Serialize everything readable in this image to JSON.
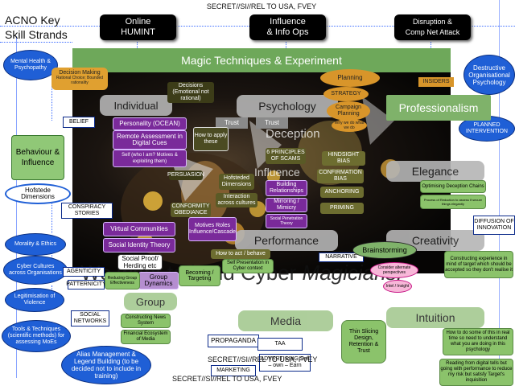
{
  "classification_top": "SECRET//SI//REL TO USA, FVEY",
  "classification_bottom": "SECRET//SI//REL TO USA, FVEY",
  "classification_bottom2": "SECRET//SI//REL TO USA, FVEY",
  "title": "ACNO Key Skill Strands",
  "strands": [
    "Online HUMINT",
    "Influence & Info Ops",
    "Disruption & Comp Net Attack"
  ],
  "banner": "Magic Techniques & Experiment",
  "tagline_prefix": "We want to build Cyber ",
  "tagline_italic": "Magicians.",
  "left_clouds": [
    "Mental Health & Psychopathy",
    "Morality & Ethics",
    "Cyber Cultures across Organisations",
    "Legitimisation of Violence",
    "Tools & Techniques (scientific methods) for assessing MoEs",
    "Alias Management & Legend Building (to be decided not to include in training)"
  ],
  "right_clouds": [
    "Destructive Organisational Psychology",
    "PLANNED INTERVENTION"
  ],
  "decision_making": {
    "title": "Decision Making",
    "sub": "Rational Choice; Bounded rationality"
  },
  "behaviour_box": "Behaviour & Influence",
  "hofstede": "Hofstede Dimensions",
  "sections": {
    "individual": "Individual",
    "psychology": "Psychology",
    "professionalism": "Professionalism",
    "elegance": "Elegance",
    "creativity": "Creativity",
    "performance": "Performance",
    "deception": "Deception",
    "influence": "Influence",
    "media": "Media",
    "intuition": "Intuition",
    "group": "Group"
  },
  "small_labels": {
    "belief": "BELIEF",
    "trust": "Trust",
    "trust2": "Trust",
    "conspiracy": "CONSPIRACY STORIES",
    "agenticity": "AGENTICITY",
    "patternicity": "PATTERNICITY",
    "social_networks": "SOCIAL NETWORKS",
    "narrative": "NARRATIVE",
    "diffusion": "DIFFUSION OF INNOVATION",
    "insiders": "INSIDERS",
    "propaganda": "PROPAGANDA",
    "taa": "TAA",
    "marketing": "MARKETING",
    "advertising": "ADVERTISING Sell – own – Earn"
  },
  "purple_boxes": {
    "personality": "Personality (OCEAN)",
    "remote": "Remote Assessment in Digital Cues",
    "self": "Self (who I am? Motives & exploiting them)",
    "virtual": "Virtual Communities",
    "social_identity": "Social Identity Theory",
    "building": "Building Relationships",
    "mirroring": "Mirroring / Mimicry",
    "social_penetration": "Social Penetration Theory",
    "motives": "Motives Roles Influence/Cascade",
    "group_dynamics": "Group Dynamics"
  },
  "olive_boxes": {
    "decisions": "Decisions (Emotional not rational)",
    "how_apply": "How to apply these",
    "hofsteded": "Hofsteded Dimensions",
    "interaction": "Interaction across cultures",
    "principles": "6 PRINCIPLES OF SCAMS",
    "hindsight": "HINDSIGHT BIAS",
    "confirmation": "CONFIRMATION BIAS",
    "anchoring": "ANCHORING",
    "priming": "PRIMING",
    "conformity": "CONFORMITY OBEDIANCE",
    "persuasion": "PERSUASION",
    "how_to_act": "How to act / behave",
    "self_presentation": "Self Presentation in Cyber context"
  },
  "orange": {
    "planning": "Planning",
    "strategy": "STRATEGY",
    "campaign": "Campaign Planning",
    "why": "Why we do what we do"
  },
  "green_boxes": {
    "social_proof": "Social Proof/ Herding etc",
    "reducing": "Reducing Group Effectiveness",
    "becoming": "Becoming / Targeting",
    "constructing": "Constructing News System",
    "financial": "Financial Ecosystem of Media",
    "thin_slicing": "Thin Slicing Design, Retention & Trust",
    "optimising": "Optimising Deception Chains",
    "process": "Process of Reduction to assess if secure things elegantly",
    "constructing_exp": "Constructing experience in mind of target which should be accepted so they don't realise it",
    "how_to_do": "How to do some of this in real time so need to understand what you are doing in this psychology",
    "reading": "Reading from digital tells but going with performance to reduce my risk but satisfy Target's inquisition"
  },
  "brainstorming": "Brainstorming",
  "consider": "Consider alternate perspectives",
  "intel": "Intel / Insight"
}
